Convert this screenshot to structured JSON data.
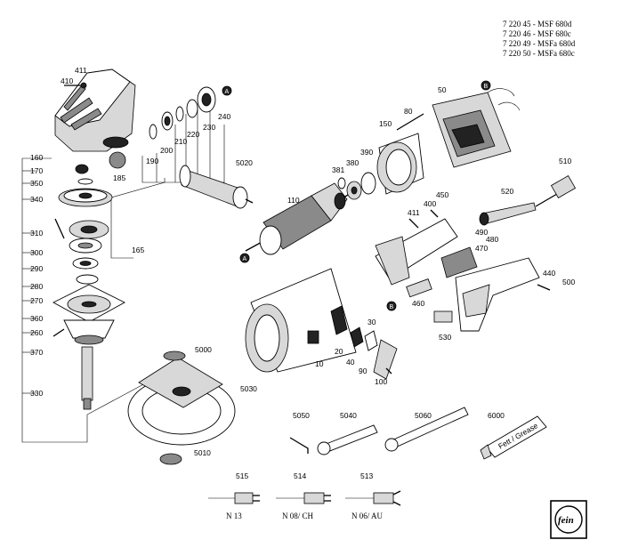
{
  "header_lines": [
    "7 220 45 - MSF 680d",
    "7 220 46 - MSF 680c",
    "7 220 49 - MSFa 680d",
    "7 220 50 - MSFa 680c"
  ],
  "markers": {
    "a": "A",
    "b": "B"
  },
  "labels": {
    "p411": "411",
    "p410": "410",
    "p160": "160",
    "p170": "170",
    "p350": "350",
    "p340": "340",
    "p310": "310",
    "p300": "300",
    "p290": "290",
    "p280": "280",
    "p270": "270",
    "p360": "360",
    "p260": "260",
    "p370": "370",
    "p330": "330",
    "p185": "185",
    "p165": "165",
    "p190": "190",
    "p200": "200",
    "p210": "210",
    "p220": "220",
    "p230": "230",
    "p240": "240",
    "p5020": "5020",
    "p80": "80",
    "p50": "50",
    "p150": "150",
    "p390": "390",
    "p380": "380",
    "p381": "381",
    "p110": "110",
    "p411b": "411",
    "p400": "400",
    "p450": "450",
    "p520": "520",
    "p510": "510",
    "p490": "490",
    "p480": "480",
    "p470": "470",
    "p440": "440",
    "p500": "500",
    "p460": "460",
    "p530": "530",
    "p30": "30",
    "p20": "20",
    "p40": "40",
    "p90": "90",
    "p100": "100",
    "p10": "10",
    "p5000": "5000",
    "p5030": "5030",
    "p5010": "5010",
    "p5050": "5050",
    "p5040": "5040",
    "p5060": "5060",
    "p6000": "6000",
    "p515": "515",
    "p514": "514",
    "p513": "513"
  },
  "plugs": {
    "n13": "N 13",
    "n08": "N 08/ CH",
    "n06": "N 06/ AU"
  },
  "grease_text": "Fett / Grease",
  "logo_text": "fein"
}
